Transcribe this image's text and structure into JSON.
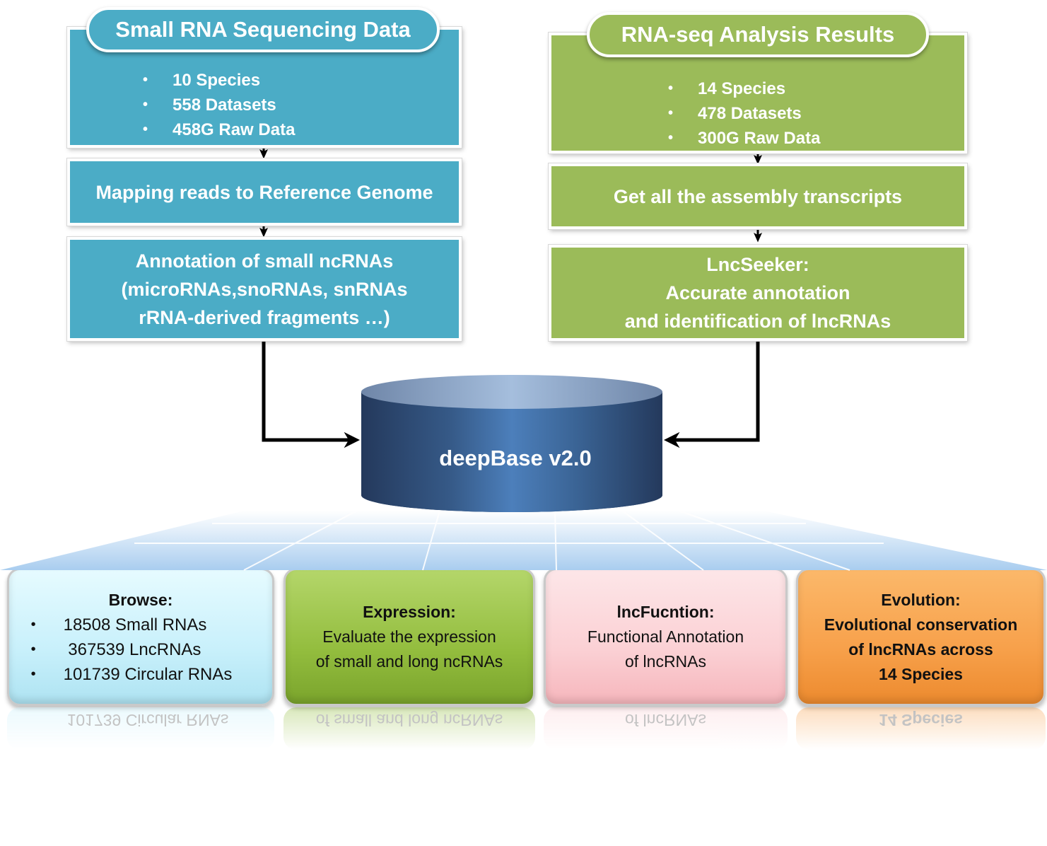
{
  "left": {
    "header": "Small RNA Sequencing Data",
    "stats": [
      "10 Species",
      "558 Datasets",
      "458G Raw Data"
    ],
    "step1": "Mapping reads to Reference Genome",
    "step2": [
      "Annotation of small ncRNAs",
      "(microRNAs,snoRNAs, snRNAs",
      "rRNA-derived fragments …)"
    ]
  },
  "right": {
    "header": "RNA-seq Analysis Results",
    "stats": [
      "14 Species",
      "478 Datasets",
      "300G Raw Data"
    ],
    "step1": "Get all the assembly transcripts",
    "step2": [
      "LncSeeker:",
      "Accurate annotation",
      "and identification of lncRNAs"
    ]
  },
  "database": {
    "label": "deepBase v2.0"
  },
  "modules": {
    "browse": {
      "title": "Browse:",
      "items": [
        "18508 Small RNAs",
        "367539 LncRNAs",
        "101739 Circular RNAs"
      ],
      "color": "#c8f0fb"
    },
    "expression": {
      "title": "Expression:",
      "lines": [
        "Evaluate the expression",
        "of small and long ncRNAs"
      ],
      "color": "#93bd3e"
    },
    "lncfunction": {
      "title": "lncFucntion:",
      "lines": [
        "Functional Annotation",
        "of lncRNAs"
      ],
      "color": "#fbd0d4"
    },
    "evolution": {
      "title": "Evolution:",
      "lines": [
        "Evolutional conservation",
        "of lncRNAs across",
        "14 Species"
      ],
      "color": "#f7a04a"
    }
  },
  "reflections": {
    "browse": "101739 Circular RNAs",
    "expression": "of small and long ncRNAs",
    "lncfunction": "of lncRNAs",
    "evolution": "14 Species"
  }
}
